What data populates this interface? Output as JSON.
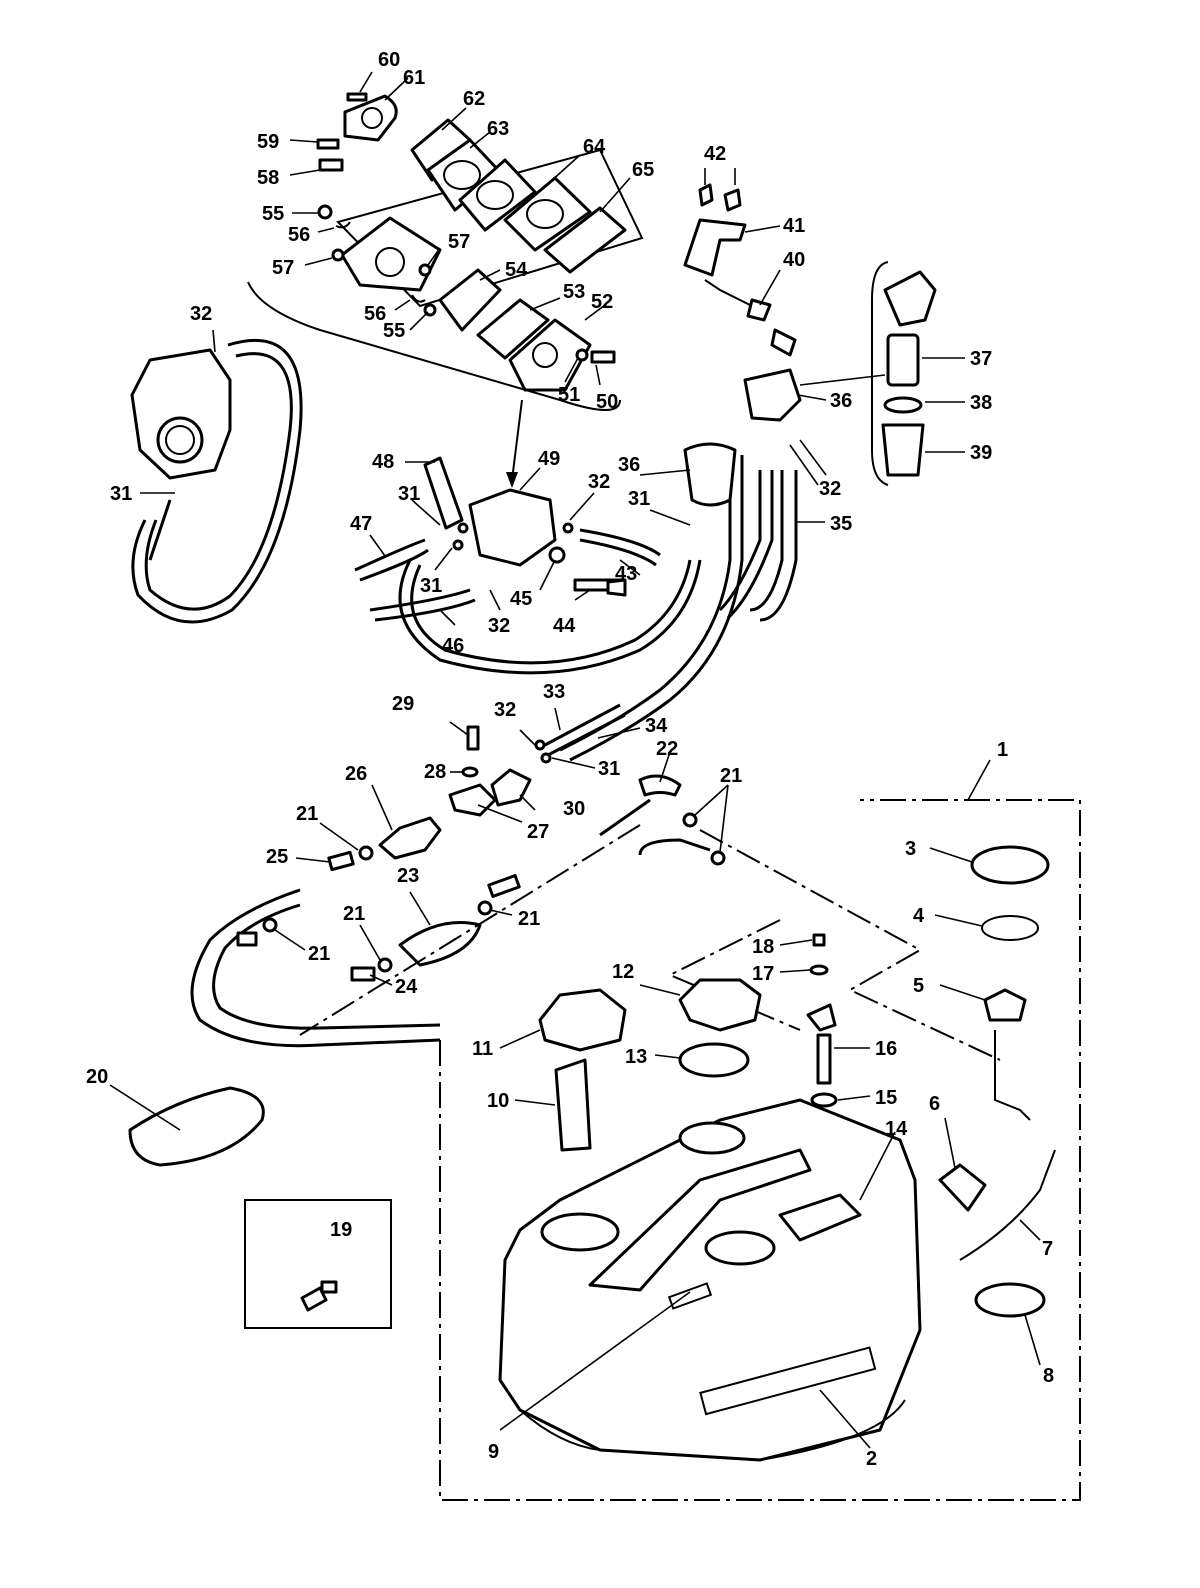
{
  "callouts": {
    "c60": "60",
    "c61": "61",
    "c62": "62",
    "c63": "63",
    "c64": "64",
    "c65": "65",
    "c59": "59",
    "c58": "58",
    "c55a": "55",
    "c56a": "56",
    "c57a": "57",
    "c57b": "57",
    "c54": "54",
    "c53": "53",
    "c52": "52",
    "c56b": "56",
    "c55b": "55",
    "c51": "51",
    "c50": "50",
    "c32a": "32",
    "c31a": "31",
    "c48": "48",
    "c49": "49",
    "c31b": "31",
    "c32b": "32",
    "c47": "47",
    "c31c": "31",
    "c45": "45",
    "c44": "44",
    "c43": "43",
    "c46": "46",
    "c32c": "32",
    "c42": "42",
    "c41": "41",
    "c40": "40",
    "c37": "37",
    "c38": "38",
    "c39": "39",
    "c36a": "36",
    "c36b": "36",
    "c32d": "32",
    "c31d": "31",
    "c35": "35",
    "c29": "29",
    "c33": "33",
    "c32e": "32",
    "c34": "34",
    "c28": "28",
    "c31e": "31",
    "c26": "26",
    "c30": "30",
    "c27": "27",
    "c22": "22",
    "c21a": "21",
    "c21b": "21",
    "c25": "25",
    "c23": "23",
    "c21c": "21",
    "c21d": "21",
    "c21e": "21",
    "c24": "24",
    "c1": "1",
    "c3": "3",
    "c4": "4",
    "c5": "5",
    "c18": "18",
    "c17": "17",
    "c12": "12",
    "c11": "11",
    "c13": "13",
    "c16": "16",
    "c10": "10",
    "c15": "15",
    "c14": "14",
    "c6": "6",
    "c7": "7",
    "c8": "8",
    "c9": "9",
    "c2": "2",
    "c20": "20",
    "c19": "19"
  }
}
